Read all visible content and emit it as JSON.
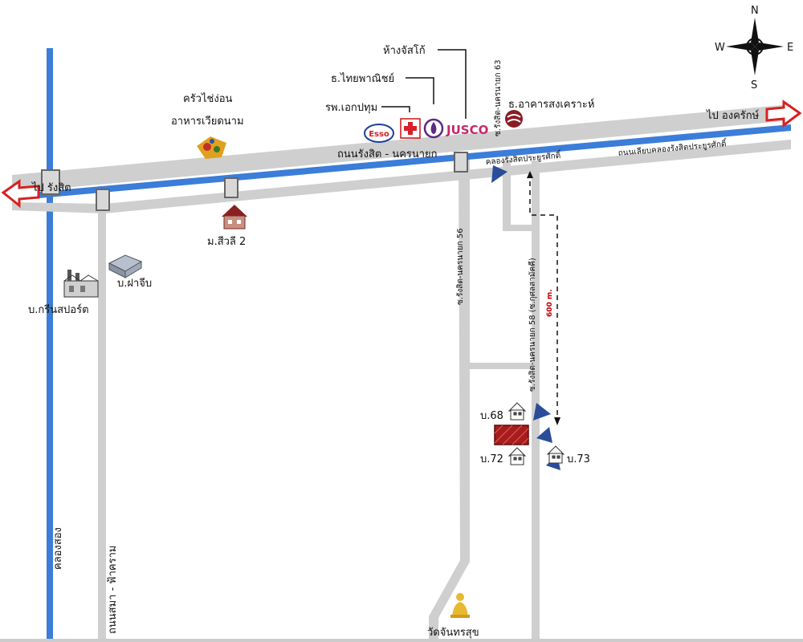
{
  "labels": {
    "west": "ไป รังสิต",
    "east": "ไป องครักษ์",
    "main_road": "ถนนรังสิต - นครนายก",
    "frontage_road": "ถนนเลียบคลองรังสิตประยูรศักดิ์",
    "canal": "คลองรังสิตประยูรศักดิ์",
    "canal_two": "คลองสอง",
    "soi_56": "ซ.รังสิต-นครนายก 56",
    "soi_58": "ซ.รังสิต-นครนายก 58 (ซ.กุศลสามัคคี)",
    "soi_63": "ซ.รังสิต-นครนายก 63",
    "road_sama": "ถนนสมา - ฟ้าคราม",
    "distance": "600 m."
  },
  "places": {
    "restaurant": "ครัวไช่ง่อน",
    "restaurant_sub": "อาหารเวียดนาม",
    "hospital": "รพ.เอกปทุม",
    "bank_scb": "ธ.ไทยพาณิชย์",
    "mall": "ห้างจัสโก้",
    "bank_ghb": "ธ.อาคารสงเคราะห์",
    "esso": "Esso",
    "jusco": "JUSCO",
    "village": "ม.สีวลี 2",
    "factory_one": "บ.ฝาจีบ",
    "factory_two": "บ.กรีนสปอร์ต",
    "temple": "วัดจันทรสุข",
    "house_68": "บ.68",
    "house_72": "บ.72",
    "house_73": "บ.73"
  },
  "compass": {
    "n": "N",
    "s": "S",
    "e": "E",
    "w": "W"
  },
  "colors": {
    "road": "#cfcfcf",
    "canal": "#3b7dd8",
    "arrow": "#d82020",
    "marker": "#2a4d9a",
    "target": "#a81c1c"
  }
}
